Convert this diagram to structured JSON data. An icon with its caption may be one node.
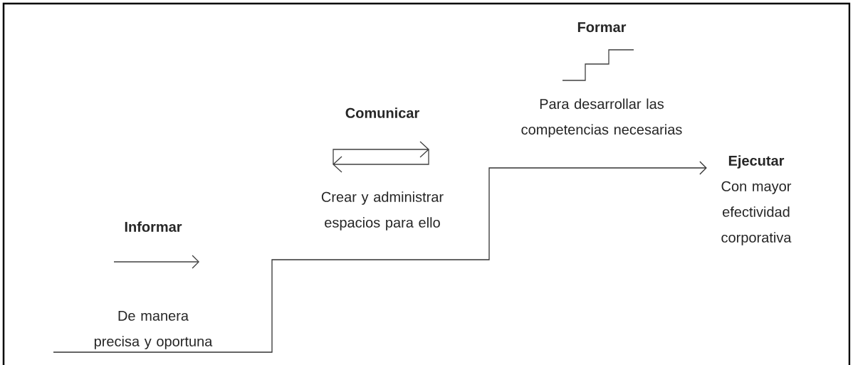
{
  "diagram": {
    "nodes": [
      {
        "text": [
          "Informar",
          "De manera precisa y oportuna"
        ]
      },
      {
        "text": [
          "Comunicar",
          "Crear y administrar espacios para ello"
        ]
      },
      {
        "text": [
          "Formar",
          "Para desarrollar las competencias necesarias"
        ]
      },
      {
        "text": [
          "Ejecutar",
          "Con mayor efectividad corporativa"
        ]
      }
    ],
    "edges": [
      {
        "from": null,
        "to": 3,
        "arrow": "to"
      }
    ]
  }
}
